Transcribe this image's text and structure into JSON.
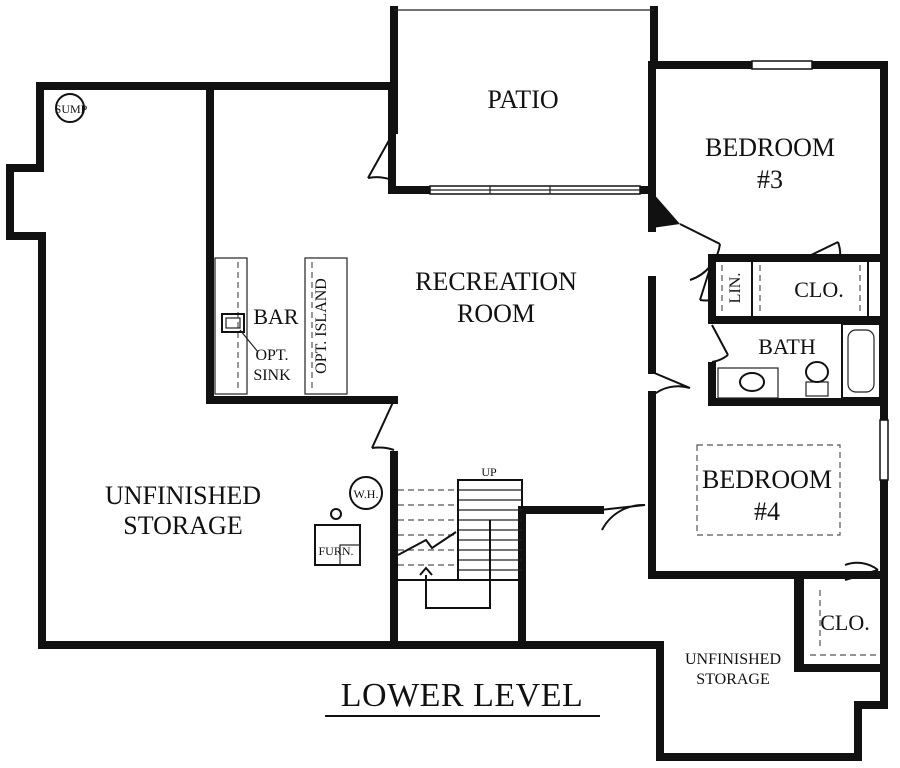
{
  "labels": {
    "patio": "PATIO",
    "bedroom3_line1": "BEDROOM",
    "bedroom3_line2": "#3",
    "recreation_line1": "RECREATION",
    "recreation_line2": "ROOM",
    "bar": "BAR",
    "opt_island": "OPT. ISLAND",
    "opt_sink_line1": "OPT.",
    "opt_sink_line2": "SINK",
    "lin": "LIN.",
    "clo_upper": "CLO.",
    "bath": "BATH",
    "bedroom4_line1": "BEDROOM",
    "bedroom4_line2": "#4",
    "unfinished_storage_line1": "UNFINISHED",
    "unfinished_storage_line2": "STORAGE",
    "sump": "SUMP",
    "wh": "W.H.",
    "furn": "FURN.",
    "up": "UP",
    "clo_lower": "CLO.",
    "unfinished_storage_small_line1": "UNFINISHED",
    "unfinished_storage_small_line2": "STORAGE",
    "title": "LOWER LEVEL"
  }
}
